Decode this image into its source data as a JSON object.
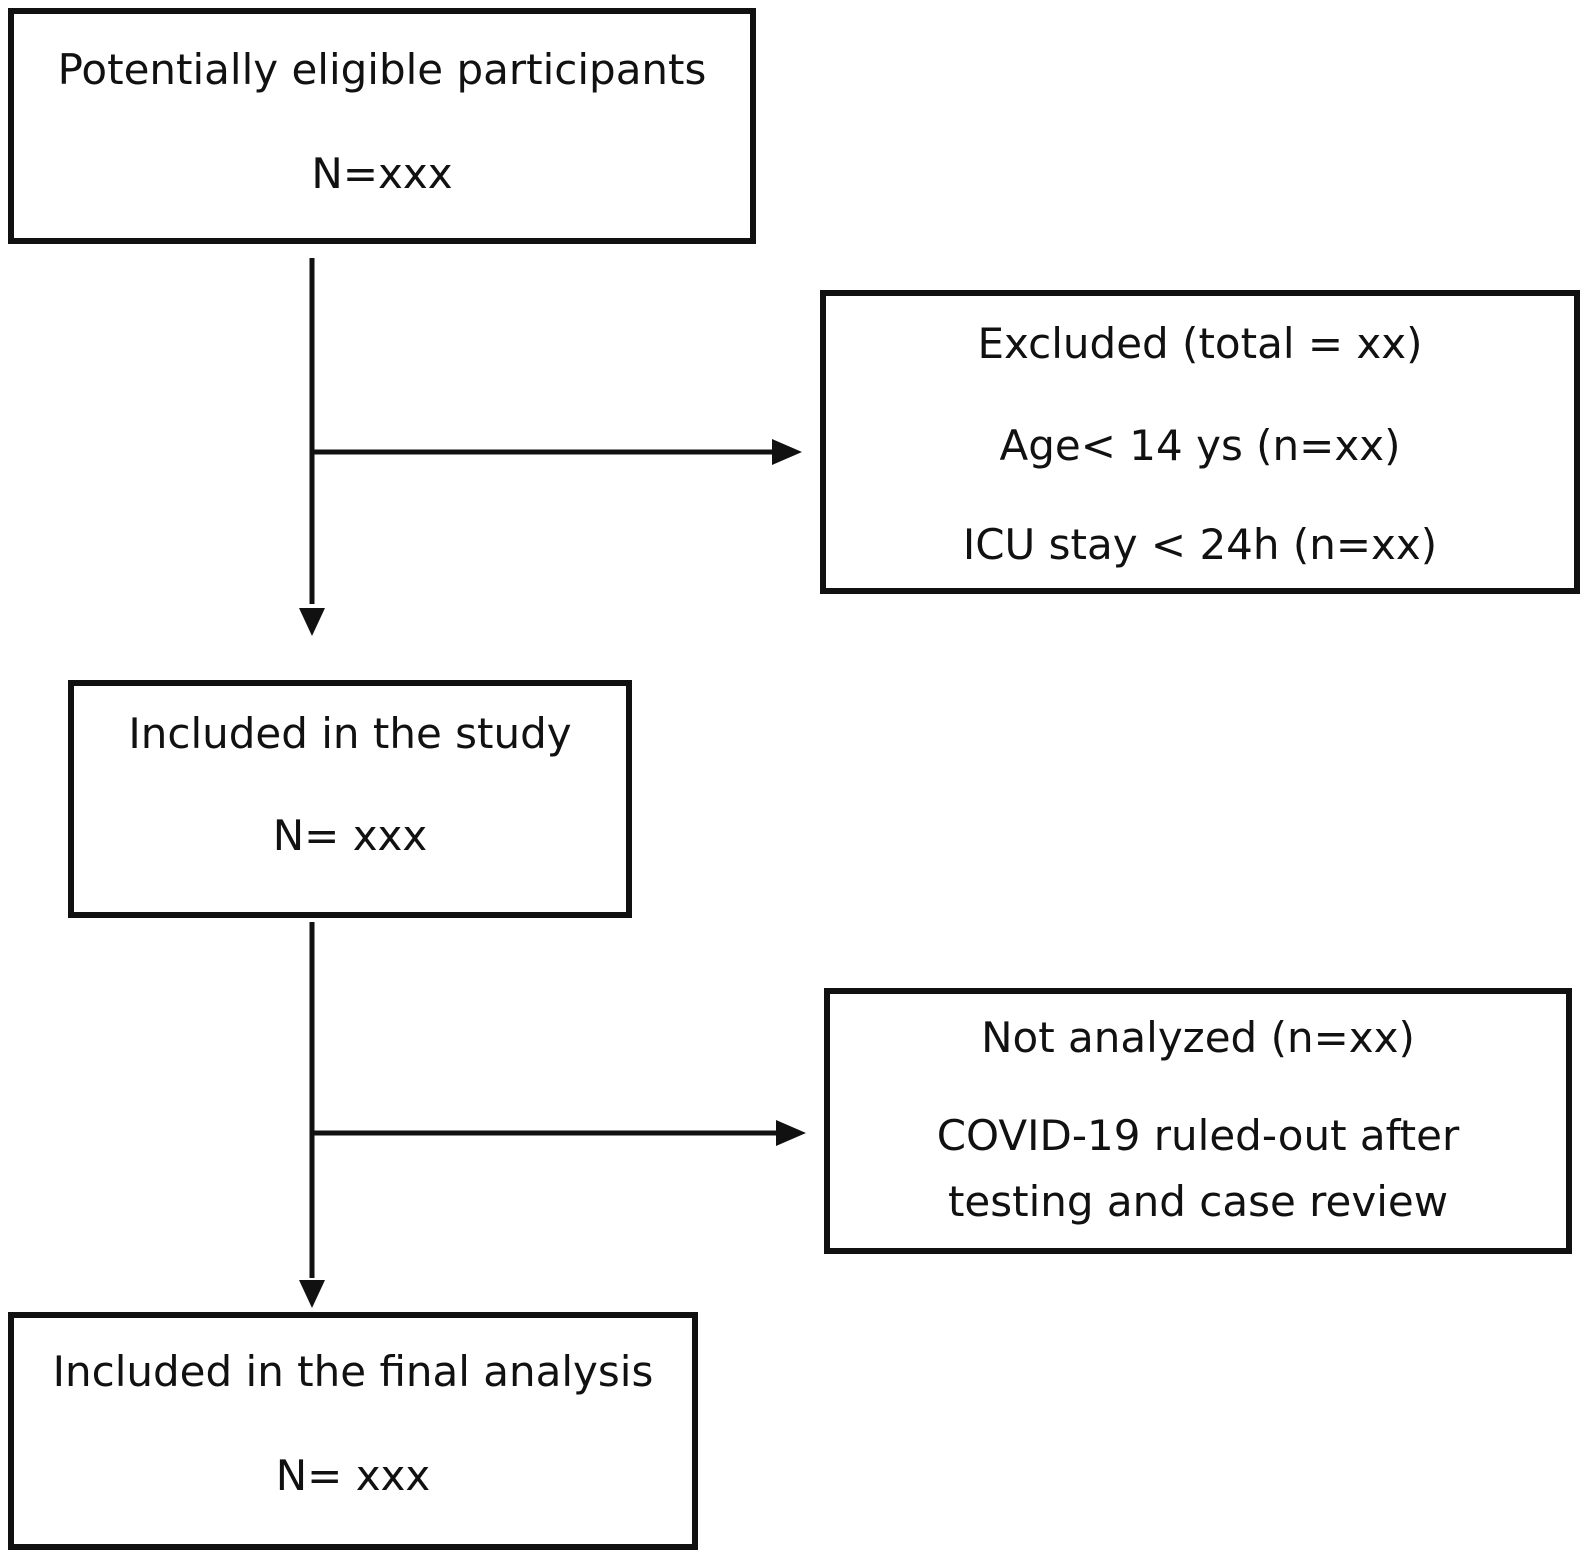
{
  "diagram": {
    "box_eligible": {
      "title": "Potentially eligible participants",
      "count": "N=xxx"
    },
    "box_excluded": {
      "title": "Excluded (total = xx)",
      "reason_age": "Age< 14 ys (n=xx)",
      "reason_icu": "ICU stay < 24h (n=xx)"
    },
    "box_included": {
      "title": "Included in the study",
      "count": "N= xxx"
    },
    "box_not_analyzed": {
      "title": "Not analyzed (n=xx)",
      "reason_line1": "COVID-19 ruled-out after",
      "reason_line2": "testing and case review"
    },
    "box_final": {
      "title": "Included in the final analysis",
      "count": "N= xxx"
    }
  }
}
